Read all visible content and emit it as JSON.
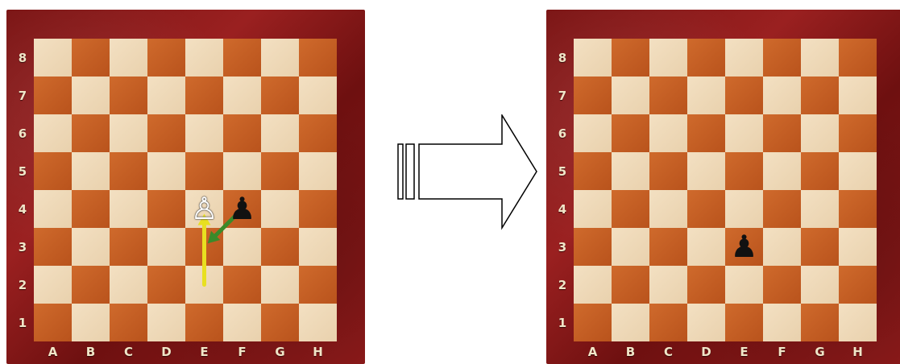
{
  "files": [
    "A",
    "B",
    "C",
    "D",
    "E",
    "F",
    "G",
    "H"
  ],
  "ranks": [
    "8",
    "7",
    "6",
    "5",
    "4",
    "3",
    "2",
    "1"
  ],
  "colors": {
    "light_square": "#f3e0c2",
    "dark_square": "#c45f25",
    "frame": "#7b1414",
    "arrow_white_move": "#e8e020",
    "arrow_black_move": "#3a8a2a"
  },
  "boards": {
    "before": {
      "pieces": [
        {
          "square": "e4",
          "type": "pawn",
          "color": "white",
          "glyph": "♙"
        },
        {
          "square": "f4",
          "type": "pawn",
          "color": "black",
          "glyph": "♟"
        }
      ],
      "moves": [
        {
          "from": "e2",
          "to": "e4",
          "color_key": "arrow_white_move"
        },
        {
          "from": "f4",
          "to": "e3",
          "color_key": "arrow_black_move"
        }
      ]
    },
    "after": {
      "pieces": [
        {
          "square": "e3",
          "type": "pawn",
          "color": "black",
          "glyph": "♟"
        }
      ],
      "moves": []
    }
  },
  "transition_icon": "right-arrow-icon"
}
